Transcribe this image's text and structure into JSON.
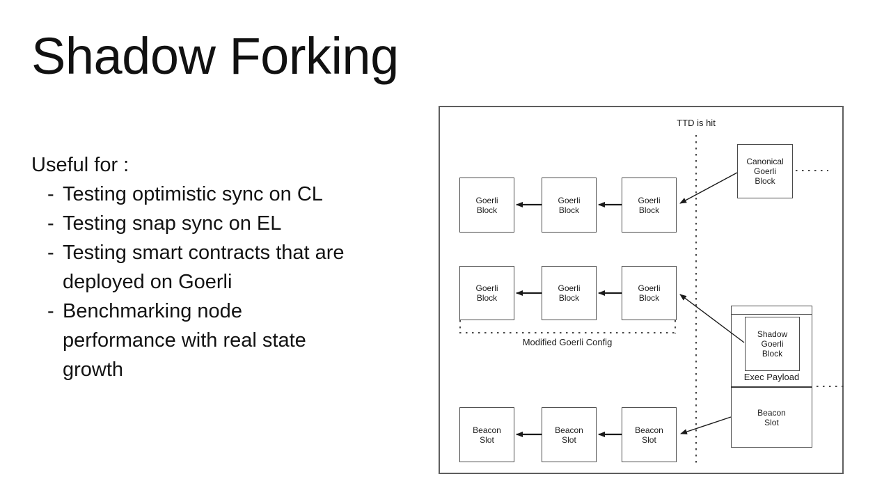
{
  "slide": {
    "title": "Shadow Forking",
    "intro": "Useful for :",
    "bullets": [
      {
        "marker": "-",
        "text": "Testing optimistic sync on CL"
      },
      {
        "marker": "-",
        "text": "Testing snap sync on EL"
      },
      {
        "marker": "-",
        "text": "Testing smart contracts that are"
      },
      {
        "marker": "",
        "text": "deployed on Goerli"
      },
      {
        "marker": "-",
        "text": "Benchmarking node"
      },
      {
        "marker": "",
        "text": "performance with real state"
      },
      {
        "marker": "",
        "text": "growth"
      }
    ]
  },
  "diagram": {
    "ttd_label": "TTD is hit",
    "canonical_block": "Canonical\nGoerli\nBlock",
    "goerli_block": "Goerli\nBlock",
    "beacon_slot": "Beacon\nSlot",
    "modified_config_label": "Modified Goerli Config",
    "shadow_block": "Shadow\nGoerli\nBlock",
    "exec_payload_label": "Exec Payload",
    "colors": {
      "box_border": "#4a4a4a",
      "panel_border": "#5e5e5e",
      "arrow": "#1a1a1a",
      "text": "#1c1c1c",
      "background": "#ffffff"
    }
  }
}
